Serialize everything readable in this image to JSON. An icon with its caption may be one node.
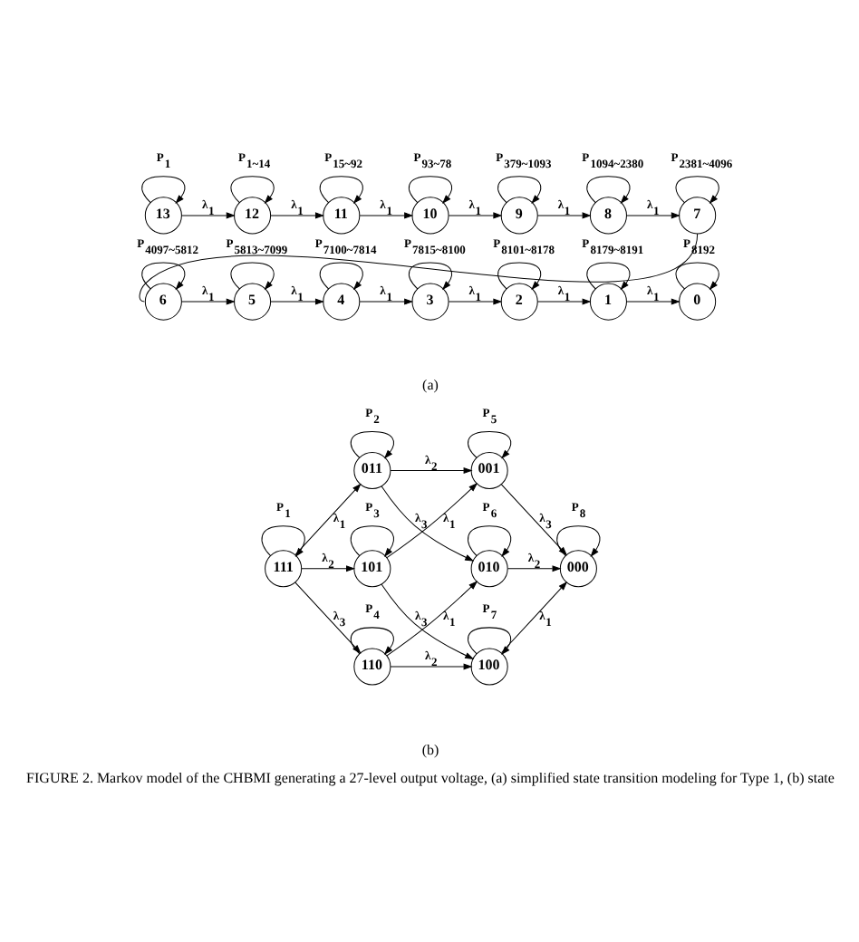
{
  "diagram": {
    "caption": "FIGURE 2. Markov model of the CHBMI generating a 27-level output voltage, (a) simplified state transition modeling for Type 1, (b) state",
    "nodes": [
      {
        "text": [
          "13"
        ]
      },
      {
        "text": [
          "12"
        ]
      },
      {
        "text": [
          "11"
        ]
      },
      {
        "text": [
          "10"
        ]
      },
      {
        "text": [
          "9"
        ]
      },
      {
        "text": [
          "8"
        ]
      },
      {
        "text": [
          "7"
        ]
      },
      {
        "text": [
          "6"
        ]
      },
      {
        "text": [
          "5"
        ]
      },
      {
        "text": [
          "4"
        ]
      },
      {
        "text": [
          "3"
        ]
      },
      {
        "text": [
          "2"
        ]
      },
      {
        "text": [
          "1"
        ]
      },
      {
        "text": [
          "0"
        ]
      },
      {
        "text": [
          "111"
        ]
      },
      {
        "text": [
          "011"
        ]
      },
      {
        "text": [
          "101"
        ]
      },
      {
        "text": [
          "110"
        ]
      },
      {
        "text": [
          "001"
        ]
      },
      {
        "text": [
          "010"
        ]
      },
      {
        "text": [
          "100"
        ]
      },
      {
        "text": [
          "000"
        ]
      }
    ],
    "edges": [
      {
        "from": 0,
        "to": 0,
        "arrow": "to",
        "label": "P$_{1}$"
      },
      {
        "from": 1,
        "to": 1,
        "arrow": "to",
        "label": "P$_{1~14}$"
      },
      {
        "from": 2,
        "to": 2,
        "arrow": "to",
        "label": "P$_{15~92}$"
      },
      {
        "from": 3,
        "to": 3,
        "arrow": "to",
        "label": "P$_{93~78}$"
      },
      {
        "from": 4,
        "to": 4,
        "arrow": "to",
        "label": "P$_{379~1093}$"
      },
      {
        "from": 5,
        "to": 5,
        "arrow": "to",
        "label": "P$_{1094~2380}$"
      },
      {
        "from": 6,
        "to": 6,
        "arrow": "to",
        "label": "P$_{2381~4096}$"
      },
      {
        "from": 7,
        "to": 7,
        "arrow": "to",
        "label": "P$_{4097~5812}$"
      },
      {
        "from": 8,
        "to": 8,
        "arrow": "to",
        "label": "P$_{5813~7099}$"
      },
      {
        "from": 9,
        "to": 9,
        "arrow": "to",
        "label": "P$_{7100~7814}$"
      },
      {
        "from": 10,
        "to": 10,
        "arrow": "to",
        "label": "P$_{7815~8100}$"
      },
      {
        "from": 11,
        "to": 11,
        "arrow": "to",
        "label": "P$_{8101~8178}$"
      },
      {
        "from": 12,
        "to": 12,
        "arrow": "to",
        "label": "P$_{8179~8191}$"
      },
      {
        "from": 13,
        "to": 13,
        "arrow": "to",
        "label": "P$_{8192}$"
      },
      {
        "from": 0,
        "to": 1,
        "arrow": "to",
        "label": "λ$_{1}$"
      },
      {
        "from": 1,
        "to": 2,
        "arrow": "to",
        "label": "λ$_{1}$"
      },
      {
        "from": 2,
        "to": 3,
        "arrow": "to",
        "label": "λ$_{1}$"
      },
      {
        "from": 3,
        "to": 4,
        "arrow": "to",
        "label": "λ$_{1}$"
      },
      {
        "from": 4,
        "to": 5,
        "arrow": "to",
        "label": "λ$_{1}$"
      },
      {
        "from": 5,
        "to": 6,
        "arrow": "to",
        "label": "λ$_{1}$"
      },
      {
        "from": 6,
        "to": 7,
        "arrow": "none"
      },
      {
        "from": 7,
        "to": 8,
        "arrow": "to",
        "label": "λ$_{1}$"
      },
      {
        "from": 8,
        "to": 9,
        "arrow": "to",
        "label": "λ$_{1}$"
      },
      {
        "from": 9,
        "to": 10,
        "arrow": "to",
        "label": "λ$_{1}$"
      },
      {
        "from": 10,
        "to": 11,
        "arrow": "to",
        "label": "λ$_{1}$"
      },
      {
        "from": 11,
        "to": 12,
        "arrow": "to",
        "label": "λ$_{1}$"
      },
      {
        "from": 12,
        "to": 13,
        "arrow": "to",
        "label": "λ$_{1}$"
      },
      {
        "from": 14,
        "to": 14,
        "arrow": "to",
        "label": "P$_{1}$"
      },
      {
        "from": 15,
        "to": 15,
        "arrow": "to",
        "label": "P$_{2}$"
      },
      {
        "from": 16,
        "to": 16,
        "arrow": "to",
        "label": "P$_{3}$"
      },
      {
        "from": 17,
        "to": 17,
        "arrow": "to",
        "label": "P$_{4}$"
      },
      {
        "from": 18,
        "to": 18,
        "arrow": "to",
        "label": "P$_{5}$"
      },
      {
        "from": 19,
        "to": 19,
        "arrow": "to",
        "label": "P$_{6}$"
      },
      {
        "from": 20,
        "to": 20,
        "arrow": "to",
        "label": "P$_{7}$"
      },
      {
        "from": 21,
        "to": 21,
        "arrow": "to",
        "label": "P$_{8}$"
      },
      {
        "from": 14,
        "to": 15,
        "arrow": "to",
        "label": "λ$_{1}$"
      },
      {
        "from": 14,
        "to": 16,
        "arrow": "to",
        "label": "λ$_{2}$"
      },
      {
        "from": 14,
        "to": 17,
        "arrow": "to",
        "label": "λ$_{3}$"
      },
      {
        "from": 15,
        "to": 18,
        "arrow": "to",
        "label": "λ$_{2}$"
      },
      {
        "from": 15,
        "to": 19,
        "arrow": "to",
        "label": "λ$_{3}$"
      },
      {
        "from": 16,
        "to": 18,
        "arrow": "to",
        "label": "λ$_{1}$"
      },
      {
        "from": 16,
        "to": 20,
        "arrow": "to",
        "label": "λ$_{3}$"
      },
      {
        "from": 17,
        "to": 19,
        "arrow": "to",
        "label": "λ$_{1}$"
      },
      {
        "from": 17,
        "to": 20,
        "arrow": "to",
        "label": "λ$_{2}$"
      },
      {
        "from": 18,
        "to": 21,
        "arrow": "to",
        "label": "λ$_{3}$"
      },
      {
        "from": 19,
        "to": 21,
        "arrow": "to",
        "label": "λ$_{2}$"
      },
      {
        "from": 20,
        "to": 21,
        "arrow": "to",
        "label": "λ$_{1}$"
      }
    ],
    "labels": [
      "(a)",
      "(b)"
    ]
  }
}
